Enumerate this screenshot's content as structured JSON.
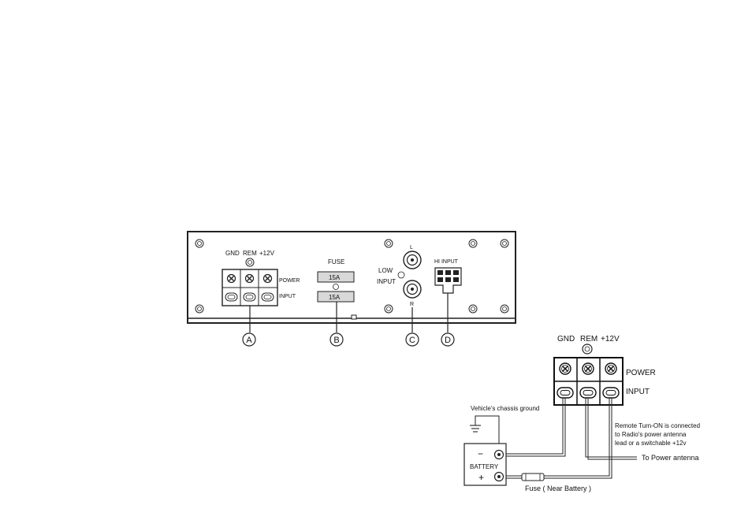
{
  "panel": {
    "power_terminals": [
      "GND",
      "REM",
      "+12V"
    ],
    "power_label": "POWER",
    "input_label": "INPUT",
    "fuse_label": "FUSE",
    "fuse_values": [
      "15A",
      "15A"
    ],
    "low_input_label_1": "LOW",
    "low_input_label_2": "INPUT",
    "rca_left": "L",
    "rca_right": "R",
    "hi_input_label": "HI INPUT",
    "callouts": [
      "A",
      "B",
      "C",
      "D"
    ]
  },
  "wiring": {
    "terminals": [
      "GND",
      "REM",
      "+12V"
    ],
    "power_label": "POWER",
    "input_label": "INPUT",
    "chassis_ground": "Vehicle's chassis ground",
    "battery_label": "BATTERY",
    "battery_minus": "−",
    "battery_plus": "+",
    "remote_note": [
      "Remote Turn-ON is connected",
      "to Radio's power antenna",
      "lead or a switchable  +12v"
    ],
    "power_antenna": "To Power antenna",
    "fuse_note": "Fuse ( Near Battery )"
  }
}
